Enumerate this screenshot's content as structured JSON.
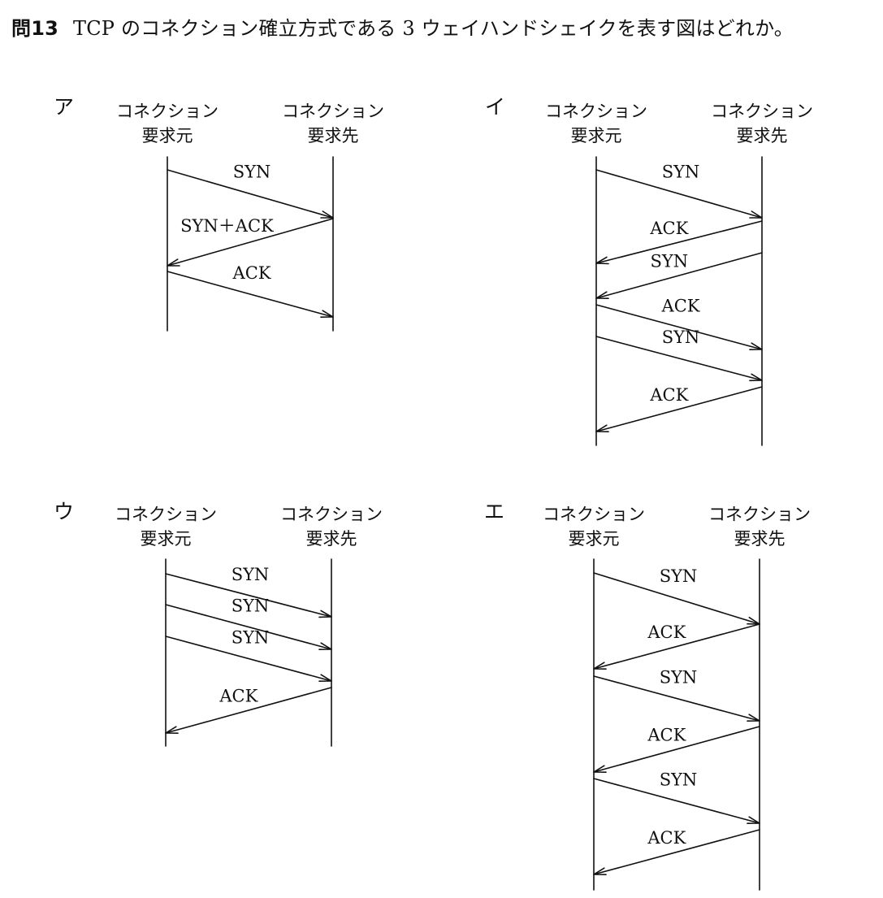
{
  "question": {
    "number": "問13",
    "text": "TCP のコネクション確立方式である 3 ウェイハンドシェイクを表す図はどれか。"
  },
  "diagrams": [
    {
      "label": "ア",
      "endpoints": {
        "requester": [
          "コネクション",
          "要求元"
        ],
        "responder": [
          "コネクション",
          "要求先"
        ]
      },
      "messages": [
        {
          "label": "SYN",
          "direction": "to-responder"
        },
        {
          "label": "SYN＋ACK",
          "direction": "to-requester"
        },
        {
          "label": "ACK",
          "direction": "to-responder"
        }
      ]
    },
    {
      "label": "イ",
      "endpoints": {
        "requester": [
          "コネクション",
          "要求元"
        ],
        "responder": [
          "コネクション",
          "要求先"
        ]
      },
      "messages": [
        {
          "label": "SYN",
          "direction": "to-responder"
        },
        {
          "label": "ACK",
          "direction": "to-requester"
        },
        {
          "label": "SYN",
          "direction": "to-requester"
        },
        {
          "label": "ACK",
          "direction": "to-responder"
        },
        {
          "label": "SYN",
          "direction": "to-responder"
        },
        {
          "label": "ACK",
          "direction": "to-requester"
        }
      ]
    },
    {
      "label": "ウ",
      "endpoints": {
        "requester": [
          "コネクション",
          "要求元"
        ],
        "responder": [
          "コネクション",
          "要求先"
        ]
      },
      "messages": [
        {
          "label": "SYN",
          "direction": "to-responder"
        },
        {
          "label": "SYN",
          "direction": "to-responder"
        },
        {
          "label": "SYN",
          "direction": "to-responder"
        },
        {
          "label": "ACK",
          "direction": "to-requester"
        }
      ]
    },
    {
      "label": "エ",
      "endpoints": {
        "requester": [
          "コネクション",
          "要求元"
        ],
        "responder": [
          "コネクション",
          "要求先"
        ]
      },
      "messages": [
        {
          "label": "SYN",
          "direction": "to-responder"
        },
        {
          "label": "ACK",
          "direction": "to-requester"
        },
        {
          "label": "SYN",
          "direction": "to-responder"
        },
        {
          "label": "ACK",
          "direction": "to-requester"
        },
        {
          "label": "SYN",
          "direction": "to-responder"
        },
        {
          "label": "ACK",
          "direction": "to-requester"
        }
      ]
    }
  ]
}
